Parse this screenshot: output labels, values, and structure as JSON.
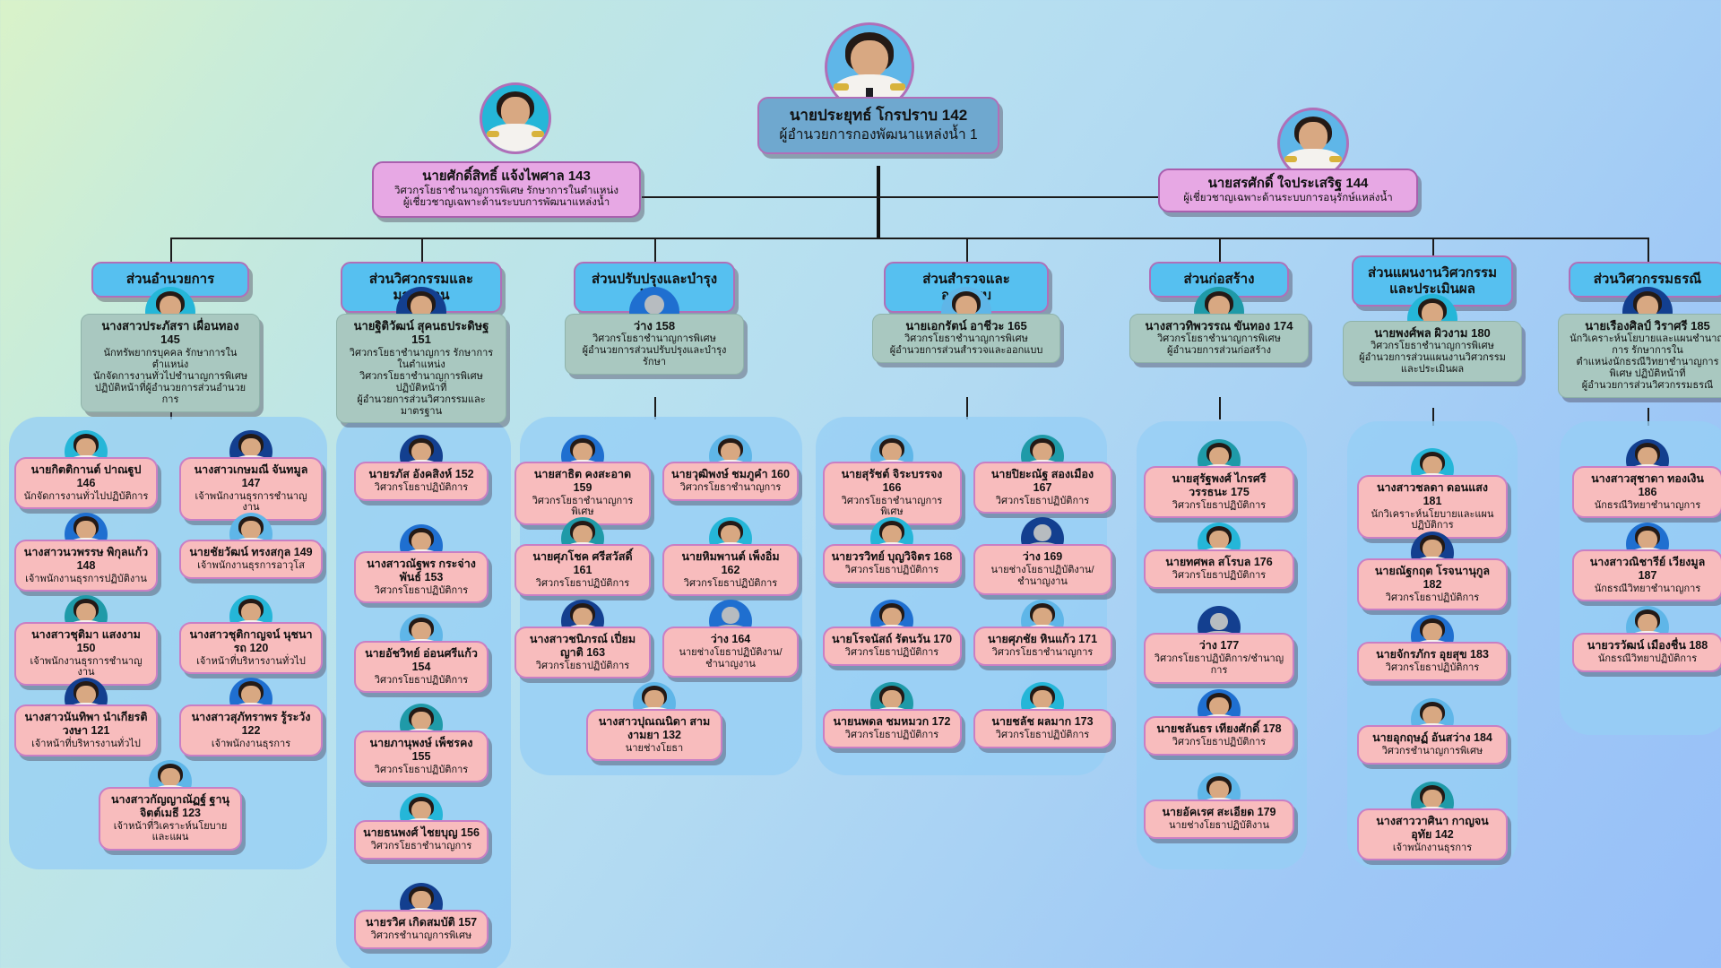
{
  "director": {
    "name": "นายประยุทธ์ โกรปราบ  142",
    "position": "ผู้อำนวยการกองพัฒนาแหล่งน้ำ 1"
  },
  "advisors": [
    {
      "name": "นายศักดิ์สิทธิ์ แจ้งไพศาล  143",
      "line1": "วิศวกรโยธาชำนาญการพิเศษ รักษาการในตำแหน่ง",
      "line2": "ผู้เชี่ยวชาญเฉพาะด้านระบบการพัฒนาแหล่งน้ำ"
    },
    {
      "name": "นายสรศักดิ์ ใจประเสริฐ  144",
      "line1": "ผู้เชี่ยวชาญเฉพาะด้านระบบการอนุรักษ์แหล่งน้ำ",
      "line2": ""
    }
  ],
  "sections": [
    {
      "title": "ส่วนอำนวยการ",
      "chief": {
        "name": "นางสาวประภัสรา เผื่อนทอง  145",
        "lines": [
          "นักทรัพยากรบุคคล รักษาการในตำแหน่ง",
          "นักจัดการงานทั่วไปชำนาญการพิเศษ",
          "ปฏิบัติหน้าที่ผู้อำนวยการส่วนอำนวยการ"
        ]
      },
      "staff": [
        {
          "name": "นายกิตติกานต์ ปาณฐูป  146",
          "position": "นักจัดการงานทั่วไปปฏิบัติการ",
          "vacant": false
        },
        {
          "name": "นางสาวเกษมณี จันทมูล  147",
          "position": "เจ้าพนักงานธุรการชำนาญงาน",
          "vacant": false
        },
        {
          "name": "นางสาวนวพรรษ พิกุลแก้ว  148",
          "position": "เจ้าพนักงานธุรการปฏิบัติงาน",
          "vacant": false
        },
        {
          "name": "นายชัยวัฒน์ ทรงสกุล  149",
          "position": "เจ้าพนักงานธุรการอาวุโส",
          "vacant": false
        },
        {
          "name": "นางสาวชุติมา แสงงาม  150",
          "position": "เจ้าพนักงานธุรการชำนาญงาน",
          "vacant": false
        },
        {
          "name": "นางสาวชุติกาญจน์ นุชนารถ  120",
          "position": "เจ้าหน้าที่บริหารงานทั่วไป",
          "vacant": false
        },
        {
          "name": "นางสาวนันทิพา นำเกียรติวงษา  121",
          "position": "เจ้าหน้าที่บริหารงานทั่วไป",
          "vacant": false
        },
        {
          "name": "นางสาวสุภัทราพร รู้ระวัง  122",
          "position": "เจ้าพนักงานธุรการ",
          "vacant": false
        },
        {
          "name": "นางสาวกัญญาณัฏฐ์ ฐานุจิตต์เมธี  123",
          "position": "เจ้าหน้าที่วิเคราะห์นโยบายและแผน",
          "vacant": false
        }
      ]
    },
    {
      "title": "ส่วนวิศวกรรมและมาตรฐาน",
      "chief": {
        "name": "นายฐิติวัฒน์ สุคนธประดิษฐ  151",
        "lines": [
          "วิศวกรโยธาชำนาญการ รักษาการในตำแหน่ง",
          "วิศวกรโยธาชำนาญการพิเศษ ปฏิบัติหน้าที่",
          "ผู้อำนวยการส่วนวิศวกรรมและมาตรฐาน"
        ]
      },
      "staff": [
        {
          "name": "นายรภัส อังคสิงห์  152",
          "position": "วิศวกรโยธาปฏิบัติการ",
          "vacant": false
        },
        {
          "name": "นางสาวณัฐพร กระจ่างพันธ์  153",
          "position": "วิศวกรโยธาปฏิบัติการ",
          "vacant": false
        },
        {
          "name": "นายอัชวิทย์ อ่อนศรีแก้ว  154",
          "position": "วิศวกรโยธาปฏิบัติการ",
          "vacant": false
        },
        {
          "name": "นายภานุพงษ์ เพ็ชรคง  155",
          "position": "วิศวกรโยธาปฏิบัติการ",
          "vacant": false
        },
        {
          "name": "นายธนพงศ์ ไชยบุญ  156",
          "position": "วิศวกรโยธาชำนาญการ",
          "vacant": false
        },
        {
          "name": "นายรวิศ เกิดสมบัติ  157",
          "position": "วิศวกรชำนาญการพิเศษ",
          "vacant": false
        }
      ]
    },
    {
      "title": "ส่วนปรับปรุงและบำรุงรักษา",
      "chief": {
        "name": "ว่าง  158",
        "lines": [
          "วิศวกรโยธาชำนาญการพิเศษ",
          "ผู้อำนวยการส่วนปรับปรุงและบำรุงรักษา"
        ],
        "vacant": true
      },
      "staff": [
        {
          "name": "นายสาธิต คงสะอาด  159",
          "position": "วิศวกรโยธาชำนาญการพิเศษ",
          "vacant": false
        },
        {
          "name": "นายวุฒิพงษ์ ชมภูคำ  160",
          "position": "วิศวกรโยธาชำนาญการ",
          "vacant": false
        },
        {
          "name": "นายศุภโชค ศรีสวัสดิ์  161",
          "position": "วิศวกรโยธาปฏิบัติการ",
          "vacant": false
        },
        {
          "name": "นายหิมพานต์ เพ็งอิ่ม  162",
          "position": "วิศวกรโยธาปฏิบัติการ",
          "vacant": false
        },
        {
          "name": "นางสาวชนิภรณ์ เปี่ยมญาติ  163",
          "position": "วิศวกรโยธาปฏิบัติการ",
          "vacant": false
        },
        {
          "name": "ว่าง  164",
          "position": "นายช่างโยธาปฏิบัติงาน/ชำนาญงาน",
          "vacant": true
        },
        {
          "name": "นางสาวปุณณนิดา สามงามยา  132",
          "position": "นายช่างโยธา",
          "vacant": false
        }
      ]
    },
    {
      "title": "ส่วนสำรวจและออกแบบ",
      "chief": {
        "name": "นายเอกรัตน์ อาชีวะ  165",
        "lines": [
          "วิศวกรโยธาชำนาญการพิเศษ",
          "ผู้อำนวยการส่วนสำรวจและออกแบบ"
        ]
      },
      "staff": [
        {
          "name": "นายสุรัชต์ จิระบรรจง  166",
          "position": "วิศวกรโยธาชำนาญการพิเศษ",
          "vacant": false
        },
        {
          "name": "นายปิยะณัฐ สองเมือง  167",
          "position": "วิศวกรโยธาปฏิบัติการ",
          "vacant": false
        },
        {
          "name": "นายวรวิทย์ บุญวิจิตร  168",
          "position": "วิศวกรโยธาปฏิบัติการ",
          "vacant": false
        },
        {
          "name": "ว่าง  169",
          "position": "นายช่างโยธาปฏิบัติงาน/ชำนาญงาน",
          "vacant": true
        },
        {
          "name": "นายโรจนัสถ์ รัตนวัน  170",
          "position": "วิศวกรโยธาปฏิบัติการ",
          "vacant": false
        },
        {
          "name": "นายศุภชัย หินแก้ว  171",
          "position": "วิศวกรโยธาชำนาญการ",
          "vacant": false
        },
        {
          "name": "นายนพดล ชมหมวก  172",
          "position": "วิศวกรโยธาปฏิบัติการ",
          "vacant": false
        },
        {
          "name": "นายชลัช ผลมาก  173",
          "position": "วิศวกรโยธาปฏิบัติการ",
          "vacant": false
        }
      ]
    },
    {
      "title": "ส่วนก่อสร้าง",
      "chief": {
        "name": "นางสาวทิพวรรณ ขันทอง 174",
        "lines": [
          "วิศวกรโยธาชำนาญการพิเศษ",
          "ผู้อำนวยการส่วนก่อสร้าง"
        ]
      },
      "staff": [
        {
          "name": "นายสุรัฐพงศ์ ไกรศรีวรรธนะ 175",
          "position": "วิศวกรโยธาปฏิบัติการ",
          "vacant": false
        },
        {
          "name": "นายทศพล สโรบล  176",
          "position": "วิศวกรโยธาปฏิบัติการ",
          "vacant": false
        },
        {
          "name": "ว่าง  177",
          "position": "วิศวกรโยธาปฏิบัติการ/ชำนาญการ",
          "vacant": true
        },
        {
          "name": "นายชลันธร เทียงศักดิ์  178",
          "position": "วิศวกรโยธาปฏิบัติการ",
          "vacant": false
        },
        {
          "name": "นายอัคเรศ สะเอียด  179",
          "position": "นายช่างโยธาปฏิบัติงาน",
          "vacant": false
        }
      ]
    },
    {
      "title": "ส่วนแผนงานวิศวกรรม\nและประเมินผล",
      "chief": {
        "name": "นายพงศ์พล ผิวงาม  180",
        "lines": [
          "วิศวกรโยธาชำนาญการพิเศษ",
          "ผู้อำนวยการส่วนแผนงานวิศวกรรมและประเมินผล"
        ]
      },
      "staff": [
        {
          "name": "นางสาวชลดา ดอนแสง  181",
          "position": "นักวิเคราะห์นโยบายและแผนปฏิบัติการ",
          "vacant": false
        },
        {
          "name": "นายณัฐกฤต โรจนานุกูล  182",
          "position": "วิศวกรโยธาปฏิบัติการ",
          "vacant": false
        },
        {
          "name": "นายจักรภักร อุยสุข  183",
          "position": "วิศวกรโยธาปฏิบัติการ",
          "vacant": false
        },
        {
          "name": "นายอุกฤษฏ์ อันสว่าง  184",
          "position": "วิศวกรชำนาญการพิเศษ",
          "vacant": false
        },
        {
          "name": "นางสาววาศินา กาญจนอุทัย  142",
          "position": "เจ้าพนักงานธุรการ",
          "vacant": false
        }
      ]
    },
    {
      "title": "ส่วนวิศวกรรมธรณี",
      "chief": {
        "name": "นายเรืองศิลป์ วิราศรี 185",
        "lines": [
          "นักวิเคราะห์นโยบายและแผนชำนาญการ รักษาการใน",
          "ตำแหน่งนักธรณีวิทยาชำนาญการพิเศษ ปฏิบัติหน้าที่",
          "ผู้อำนวยการส่วนวิศวกรรมธรณี"
        ]
      },
      "staff": [
        {
          "name": "นางสาวสุชาดา ทองเงิน  186",
          "position": "นักธรณีวิทยาชำนาญการ",
          "vacant": false
        },
        {
          "name": "นางสาวณิชารีย์ เวียงมูล  187",
          "position": "นักธรณีวิทยาชำนาญการ",
          "vacant": false
        },
        {
          "name": "นายวรวัฒน์ เมืองชื่น  188",
          "position": "นักธรณีวิทยาปฏิบัติการ",
          "vacant": false
        }
      ]
    }
  ]
}
